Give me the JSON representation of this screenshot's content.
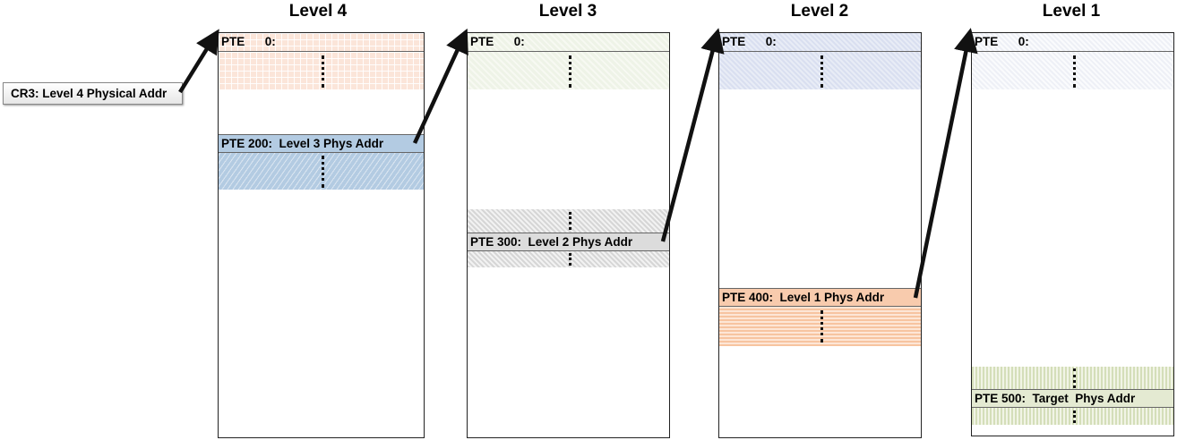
{
  "levels": [
    {
      "title": "Level 4",
      "pte0": "PTE      0:",
      "entry": "PTE 200:  Level 3 Phys Addr",
      "color": "#b3cbe2"
    },
    {
      "title": "Level 3",
      "pte0": "PTE      0:",
      "entry": "PTE 300:  Level 2 Phys Addr",
      "color": "#d6d6d6"
    },
    {
      "title": "Level 2",
      "pte0": "PTE      0:",
      "entry": "PTE 400:  Level 1 Phys Addr",
      "color": "#f7c4a0"
    },
    {
      "title": "Level 1",
      "pte0": "PTE      0:",
      "entry": "PTE 500:  Target  Phys Addr",
      "color": "#d4deb9"
    }
  ],
  "cr3": {
    "label": "CR3:  Level 4 Physical Addr"
  }
}
